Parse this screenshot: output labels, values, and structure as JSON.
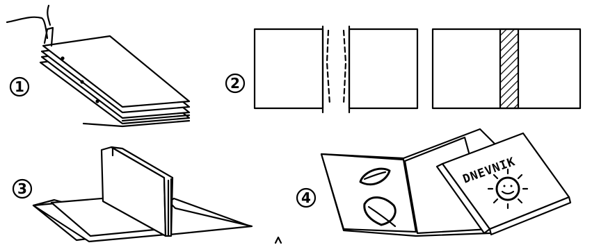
{
  "steps": [
    {
      "number": "1"
    },
    {
      "number": "2"
    },
    {
      "number": "3"
    },
    {
      "number": "4"
    }
  ],
  "book_cover": {
    "title": "DNEVNIK"
  },
  "icons": [
    "leaf-icon",
    "leaf-icon",
    "sun-icon"
  ]
}
